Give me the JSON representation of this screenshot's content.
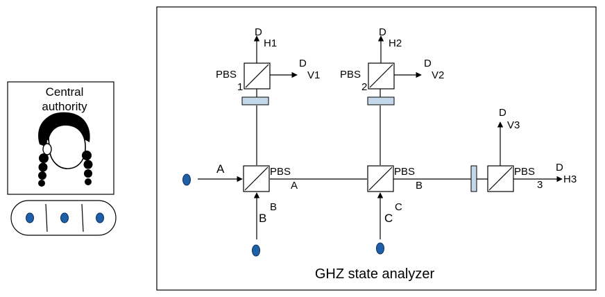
{
  "authority": {
    "title_line1": "Central",
    "title_line2": "authority"
  },
  "analyzer": {
    "caption": "GHZ state analyzer",
    "pbs_label": "PBS",
    "detector_label": "D",
    "input_labels": {
      "a": "A",
      "b": "B",
      "c": "C"
    },
    "path_labels": {
      "a": "A",
      "b": "B",
      "b_vertical": "B",
      "c_vertical": "C"
    },
    "pbs_numbers": {
      "one": "1",
      "two": "2",
      "three": "3"
    },
    "detector_outputs": {
      "h1": "H1",
      "v1": "V1",
      "h2": "H2",
      "v2": "V2",
      "h3": "H3",
      "v3": "V3"
    }
  },
  "colors": {
    "photon": "#1f5fa8",
    "plate": "#c5d7ea",
    "line": "#000000"
  }
}
